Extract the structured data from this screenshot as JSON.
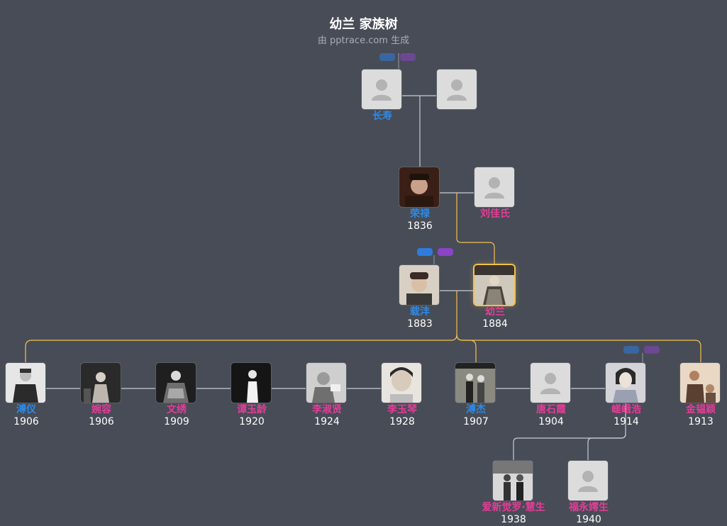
{
  "header": {
    "title": "幼兰 家族树",
    "subtitle": "由 pptrace.com 生成"
  },
  "colors": {
    "background": "#474c56",
    "male": "#2e8ae6",
    "female": "#e43d98",
    "focus_line": "#f2c14e",
    "line": "#c9ccd1"
  },
  "people": [
    {
      "id": "changshou",
      "name": "长寿",
      "year": "",
      "gender": "male",
      "photo": "placeholder"
    },
    {
      "id": "changshou_wife",
      "name": "",
      "year": "",
      "gender": "female",
      "photo": "placeholder"
    },
    {
      "id": "ronglu",
      "name": "荣禄",
      "year": "1836",
      "gender": "male",
      "photo": "photo-ronglu"
    },
    {
      "id": "liujiashi",
      "name": "刘佳氏",
      "year": "",
      "gender": "female",
      "photo": "placeholder"
    },
    {
      "id": "zaifeng",
      "name": "载沣",
      "year": "1883",
      "gender": "male",
      "photo": "photo-zaifeng"
    },
    {
      "id": "youlan",
      "name": "幼兰",
      "year": "1884",
      "gender": "female",
      "photo": "photo-youlan",
      "focus": true
    },
    {
      "id": "puyi",
      "name": "溥仪",
      "year": "1906",
      "gender": "male",
      "photo": "photo-puyi"
    },
    {
      "id": "wanrong",
      "name": "婉容",
      "year": "1906",
      "gender": "female",
      "photo": "photo-wanrong"
    },
    {
      "id": "wenxiu",
      "name": "文绣",
      "year": "1909",
      "gender": "female",
      "photo": "photo-wenxiu"
    },
    {
      "id": "tanyuling",
      "name": "谭玉龄",
      "year": "1920",
      "gender": "female",
      "photo": "photo-tanyuling"
    },
    {
      "id": "lishuxian",
      "name": "李淑贤",
      "year": "1924",
      "gender": "female",
      "photo": "photo-lishuxian"
    },
    {
      "id": "liyuqin",
      "name": "李玉琴",
      "year": "1928",
      "gender": "female",
      "photo": "photo-liyuqin"
    },
    {
      "id": "pujie",
      "name": "溥杰",
      "year": "1907",
      "gender": "male",
      "photo": "photo-pujie"
    },
    {
      "id": "tangshixia",
      "name": "唐石霞",
      "year": "1904",
      "gender": "female",
      "photo": "placeholder"
    },
    {
      "id": "saga",
      "name": "嵯峨浩",
      "year": "1914",
      "gender": "female",
      "photo": "photo-saga"
    },
    {
      "id": "jinyunying",
      "name": "金韫颖",
      "year": "1913",
      "gender": "female",
      "photo": "photo-jinyunying"
    },
    {
      "id": "huisheng",
      "name": "爱新觉罗·慧生",
      "year": "1938",
      "gender": "female",
      "photo": "photo-huisheng"
    },
    {
      "id": "fuyongyunsheng",
      "name": "福永嫮生",
      "year": "1940",
      "gender": "female",
      "photo": "placeholder"
    }
  ]
}
